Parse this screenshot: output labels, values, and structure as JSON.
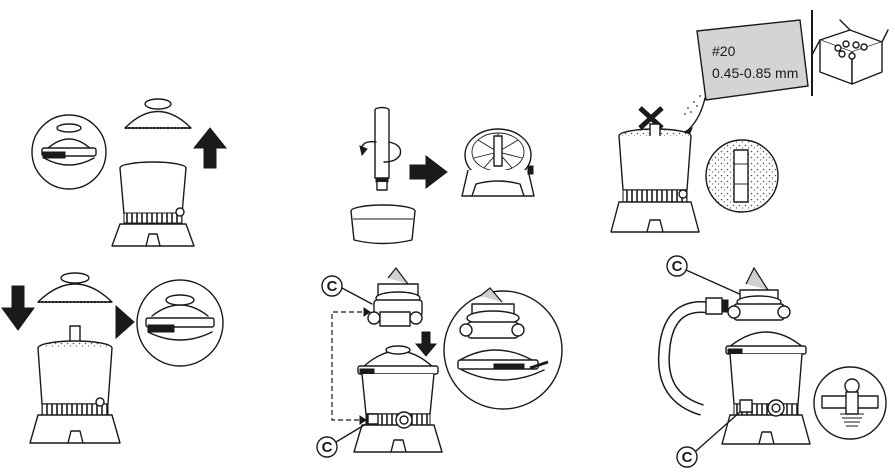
{
  "sand_bag": {
    "grade": "#20",
    "size_range": "0.45-0.85 mm"
  },
  "callouts": {
    "c1": "C",
    "c2": "C",
    "c3": "C",
    "c4": "C"
  },
  "colors": {
    "ink": "#1a1a1a",
    "bag_fill": "#d4d4d4",
    "sand": "#bdbdbd",
    "background": "#ffffff"
  }
}
